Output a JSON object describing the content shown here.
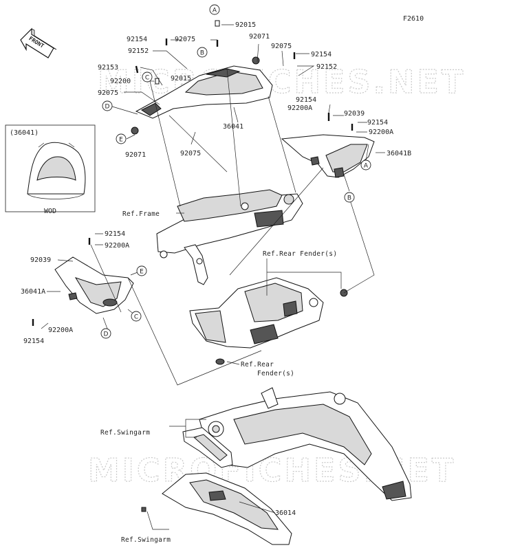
{
  "diagram_code": "F2610",
  "front_label": "FRONT",
  "inset": {
    "title": "(36041)",
    "footer": "WOD"
  },
  "watermarks": [
    "MICROFICHES.NET",
    "MICROFICHES.NET"
  ],
  "letters": {
    "a": "A",
    "b": "B",
    "c": "C",
    "d": "D",
    "e": "E"
  },
  "parts": {
    "p92015": "92015",
    "p92071": "92071",
    "p92075": "92075",
    "p92154": "92154",
    "p92152": "92152",
    "p92153": "92153",
    "p92200": "92200",
    "p92200a": "92200A",
    "p92039": "92039",
    "p36041": "36041",
    "p36041a": "36041A",
    "p36041b": "36041B",
    "p36014": "36014"
  },
  "refs": {
    "frame": "Ref.Frame",
    "rear_fender": "Ref.Rear Fender(s)",
    "rear_fender_1": "Ref.Rear",
    "rear_fender_2": "Fender(s)",
    "swingarm": "Ref.Swingarm"
  }
}
